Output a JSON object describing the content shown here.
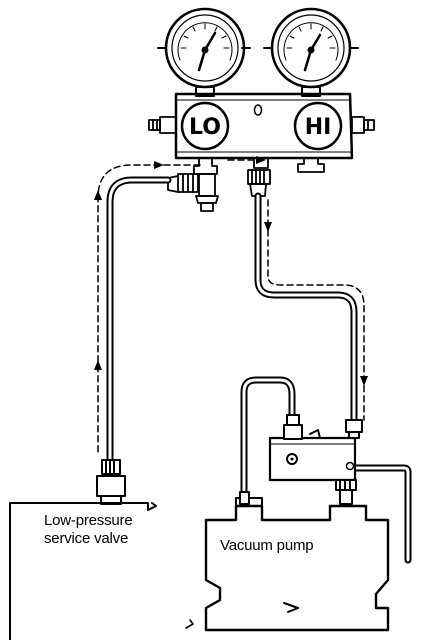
{
  "manifold": {
    "lo_label": "LO",
    "hi_label": "HI"
  },
  "labels": {
    "low_pressure_line1": "Low-pressure",
    "low_pressure_line2": "service valve",
    "vacuum_pump": "Vacuum pump"
  },
  "colors": {
    "ink": "#000000",
    "paper": "#ffffff"
  }
}
